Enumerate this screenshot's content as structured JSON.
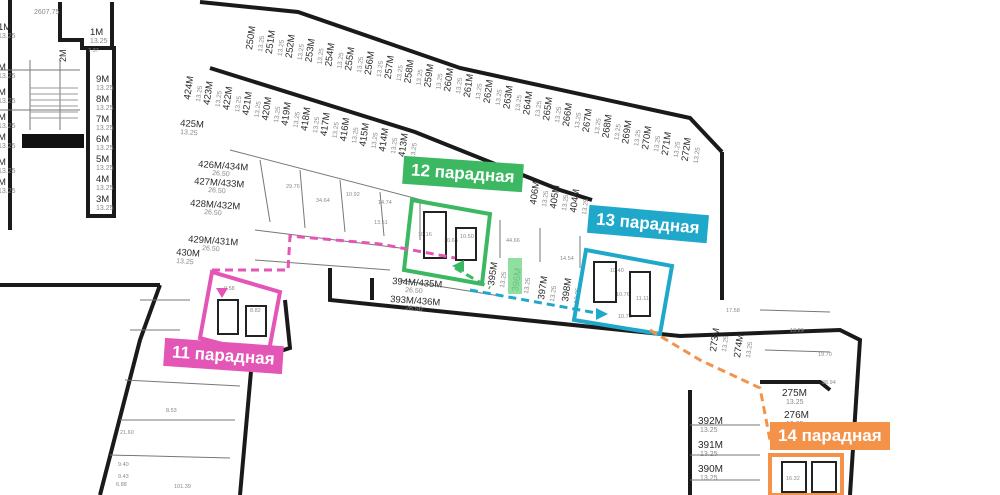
{
  "map": {
    "header_value": "2607.75",
    "left_column": [
      {
        "id": "1M",
        "area": "13.25"
      },
      {
        "id": "2M",
        "area": ""
      },
      {
        "id": "9M",
        "area": "13.25"
      },
      {
        "id": "8M",
        "area": "13.25"
      },
      {
        "id": "7M",
        "area": "13.25"
      },
      {
        "id": "6M",
        "area": "13.25"
      },
      {
        "id": "5M",
        "area": "13.25"
      },
      {
        "id": "4M",
        "area": "13.25"
      },
      {
        "id": "3M",
        "area": "13.25"
      }
    ],
    "left_edge": [
      {
        "id": "1M",
        "area": "13.25"
      },
      {
        "id": "M",
        "area": "13.25"
      },
      {
        "id": "M",
        "area": "13.25"
      },
      {
        "id": "M",
        "area": "13.25"
      },
      {
        "id": "M",
        "area": "13.25"
      },
      {
        "id": "M",
        "area": "13.25"
      },
      {
        "id": "M",
        "area": "13.25"
      }
    ],
    "top_row": [
      "250M",
      "251M",
      "252M",
      "253M",
      "254M",
      "255M",
      "256M",
      "257M",
      "258M",
      "259M",
      "260M",
      "261M",
      "262M",
      "263M",
      "264M",
      "265M",
      "266M",
      "267M",
      "268M",
      "269M",
      "270M",
      "271M",
      "272M"
    ],
    "top_area": "13.25",
    "middle_row": [
      "424M",
      "423M",
      "422M",
      "421M",
      "420M",
      "419M",
      "418M",
      "417M",
      "416M",
      "415M",
      "414M",
      "413M"
    ],
    "lower_row": [
      "406M",
      "405M",
      "404M"
    ],
    "left_block": [
      {
        "id": "425M",
        "area": "13.25"
      },
      {
        "id": "426M/434M",
        "area": "26.50"
      },
      {
        "id": "427M/433M",
        "area": "26.50"
      },
      {
        "id": "428M/432M",
        "area": "26.50"
      },
      {
        "id": "429M/431M",
        "area": "26.50"
      },
      {
        "id": "430M",
        "area": "13.25"
      }
    ],
    "center_units": [
      {
        "id": "394M/435M",
        "area": "26.50"
      },
      {
        "id": "393M/436M",
        "area": "26.50"
      },
      {
        "id": "395M",
        "area": "13.25"
      },
      {
        "id": "396M",
        "area": "13.25"
      },
      {
        "id": "397M",
        "area": "13.25"
      },
      {
        "id": "398M",
        "area": "13.25"
      }
    ],
    "right_units": [
      {
        "id": "273M",
        "area": "13.25"
      },
      {
        "id": "274M",
        "area": "13.25"
      },
      {
        "id": "275M",
        "area": "13.25"
      },
      {
        "id": "276M",
        "area": "13.25"
      },
      {
        "id": "392M",
        "area": "13.25"
      },
      {
        "id": "391M",
        "area": "13.25"
      },
      {
        "id": "390M",
        "area": "13.25"
      }
    ],
    "room_areas": [
      "29.76",
      "34.64",
      "10.92",
      "14.74",
      "13.51",
      "10.16",
      "10.66",
      "10.50",
      "44.66",
      "14.54",
      "10.40",
      "10.76",
      "11.11",
      "10.73",
      "17.58",
      "13.29",
      "19.70",
      "38.94",
      "16.32",
      "9.58",
      "8.82",
      "21.60",
      "8.53",
      "101.39",
      "9.40",
      "9.43",
      "6.88",
      "7.37"
    ],
    "entrances": [
      {
        "label": "12 парадная",
        "color": "#3cb863"
      },
      {
        "label": "13 парадная",
        "color": "#1fa8c9"
      },
      {
        "label": "11 парадная",
        "color": "#e456b5"
      },
      {
        "label": "14 парадная",
        "color": "#f4924a"
      }
    ]
  }
}
